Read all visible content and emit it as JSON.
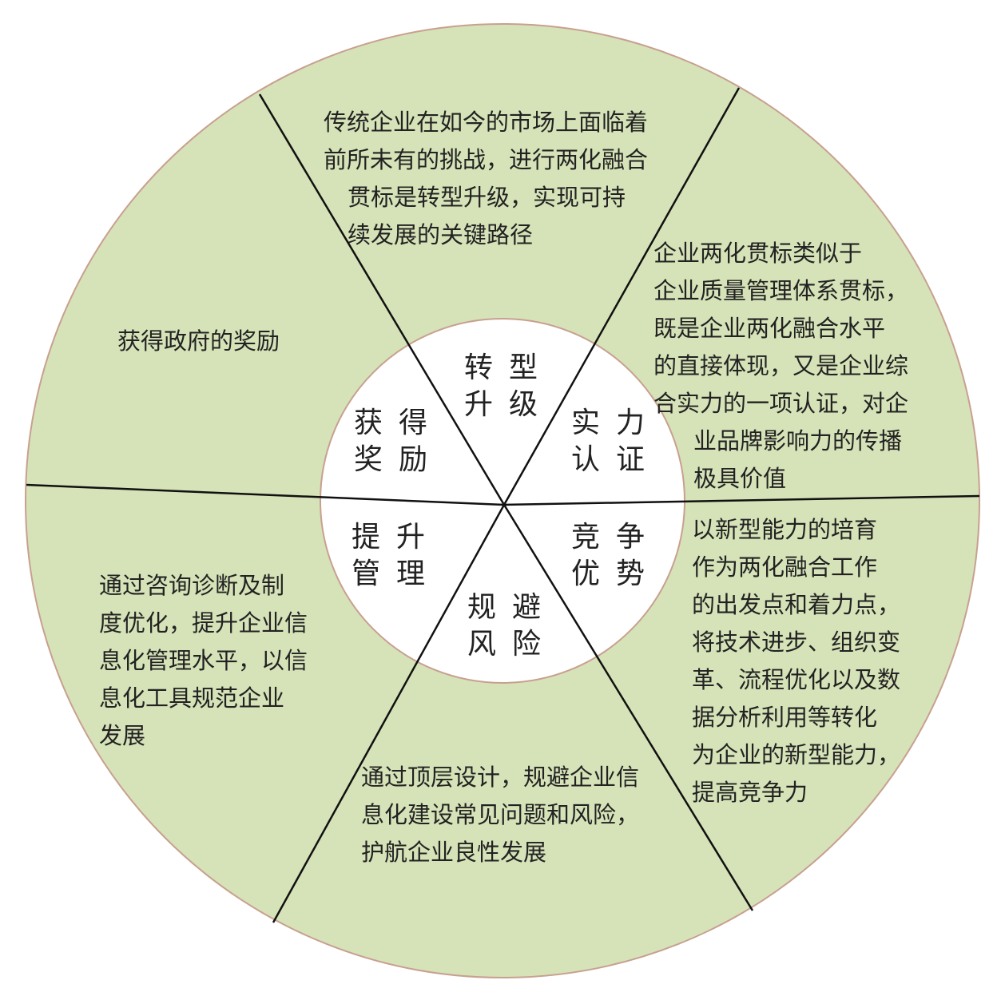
{
  "colors": {
    "outer_fill": "#d6e3b8",
    "outer_stroke": "#c8a090",
    "inner_fill": "#ffffff",
    "inner_stroke": "#c8a090",
    "divider": "#111111",
    "text": "#222222"
  },
  "hub_labels": {
    "top": [
      "转型",
      "升级"
    ],
    "top_right": [
      "实力",
      "认证"
    ],
    "bottom_right": [
      "竞争",
      "优势"
    ],
    "bottom": [
      "规避",
      "风险"
    ],
    "bottom_left": [
      "提升",
      "管理"
    ],
    "top_left": [
      "获得",
      "奖励"
    ]
  },
  "segments": {
    "top": [
      "传统企业在如今的市场上面临着",
      "前所未有的挑战，进行两化融合",
      "贯标是转型升级，实现可持",
      "续发展的关键路径"
    ],
    "top_right": [
      "企业两化贯标类似于",
      "企业质量管理体系贯标，",
      "既是企业两化融合水平",
      "的直接体现，又是企业综",
      "合实力的一项认证，对企",
      "业品牌影响力的传播",
      "极具价值"
    ],
    "bottom_right": [
      "以新型能力的培育",
      "作为两化融合工作",
      "的出发点和着力点，",
      "将技术进步、组织变",
      "革、流程优化以及数",
      "据分析利用等转化",
      "为企业的新型能力，",
      "提高竞争力"
    ],
    "bottom": [
      "通过顶层设计，规避企业信",
      "息化建设常见问题和风险，",
      "护航企业良性发展"
    ],
    "bottom_left": [
      "通过咨询诊断及制",
      "度优化，提升企业信",
      "息化管理水平，以信",
      "息化工具规范企业",
      "发展"
    ],
    "top_left": [
      "获得政府的奖励"
    ]
  }
}
